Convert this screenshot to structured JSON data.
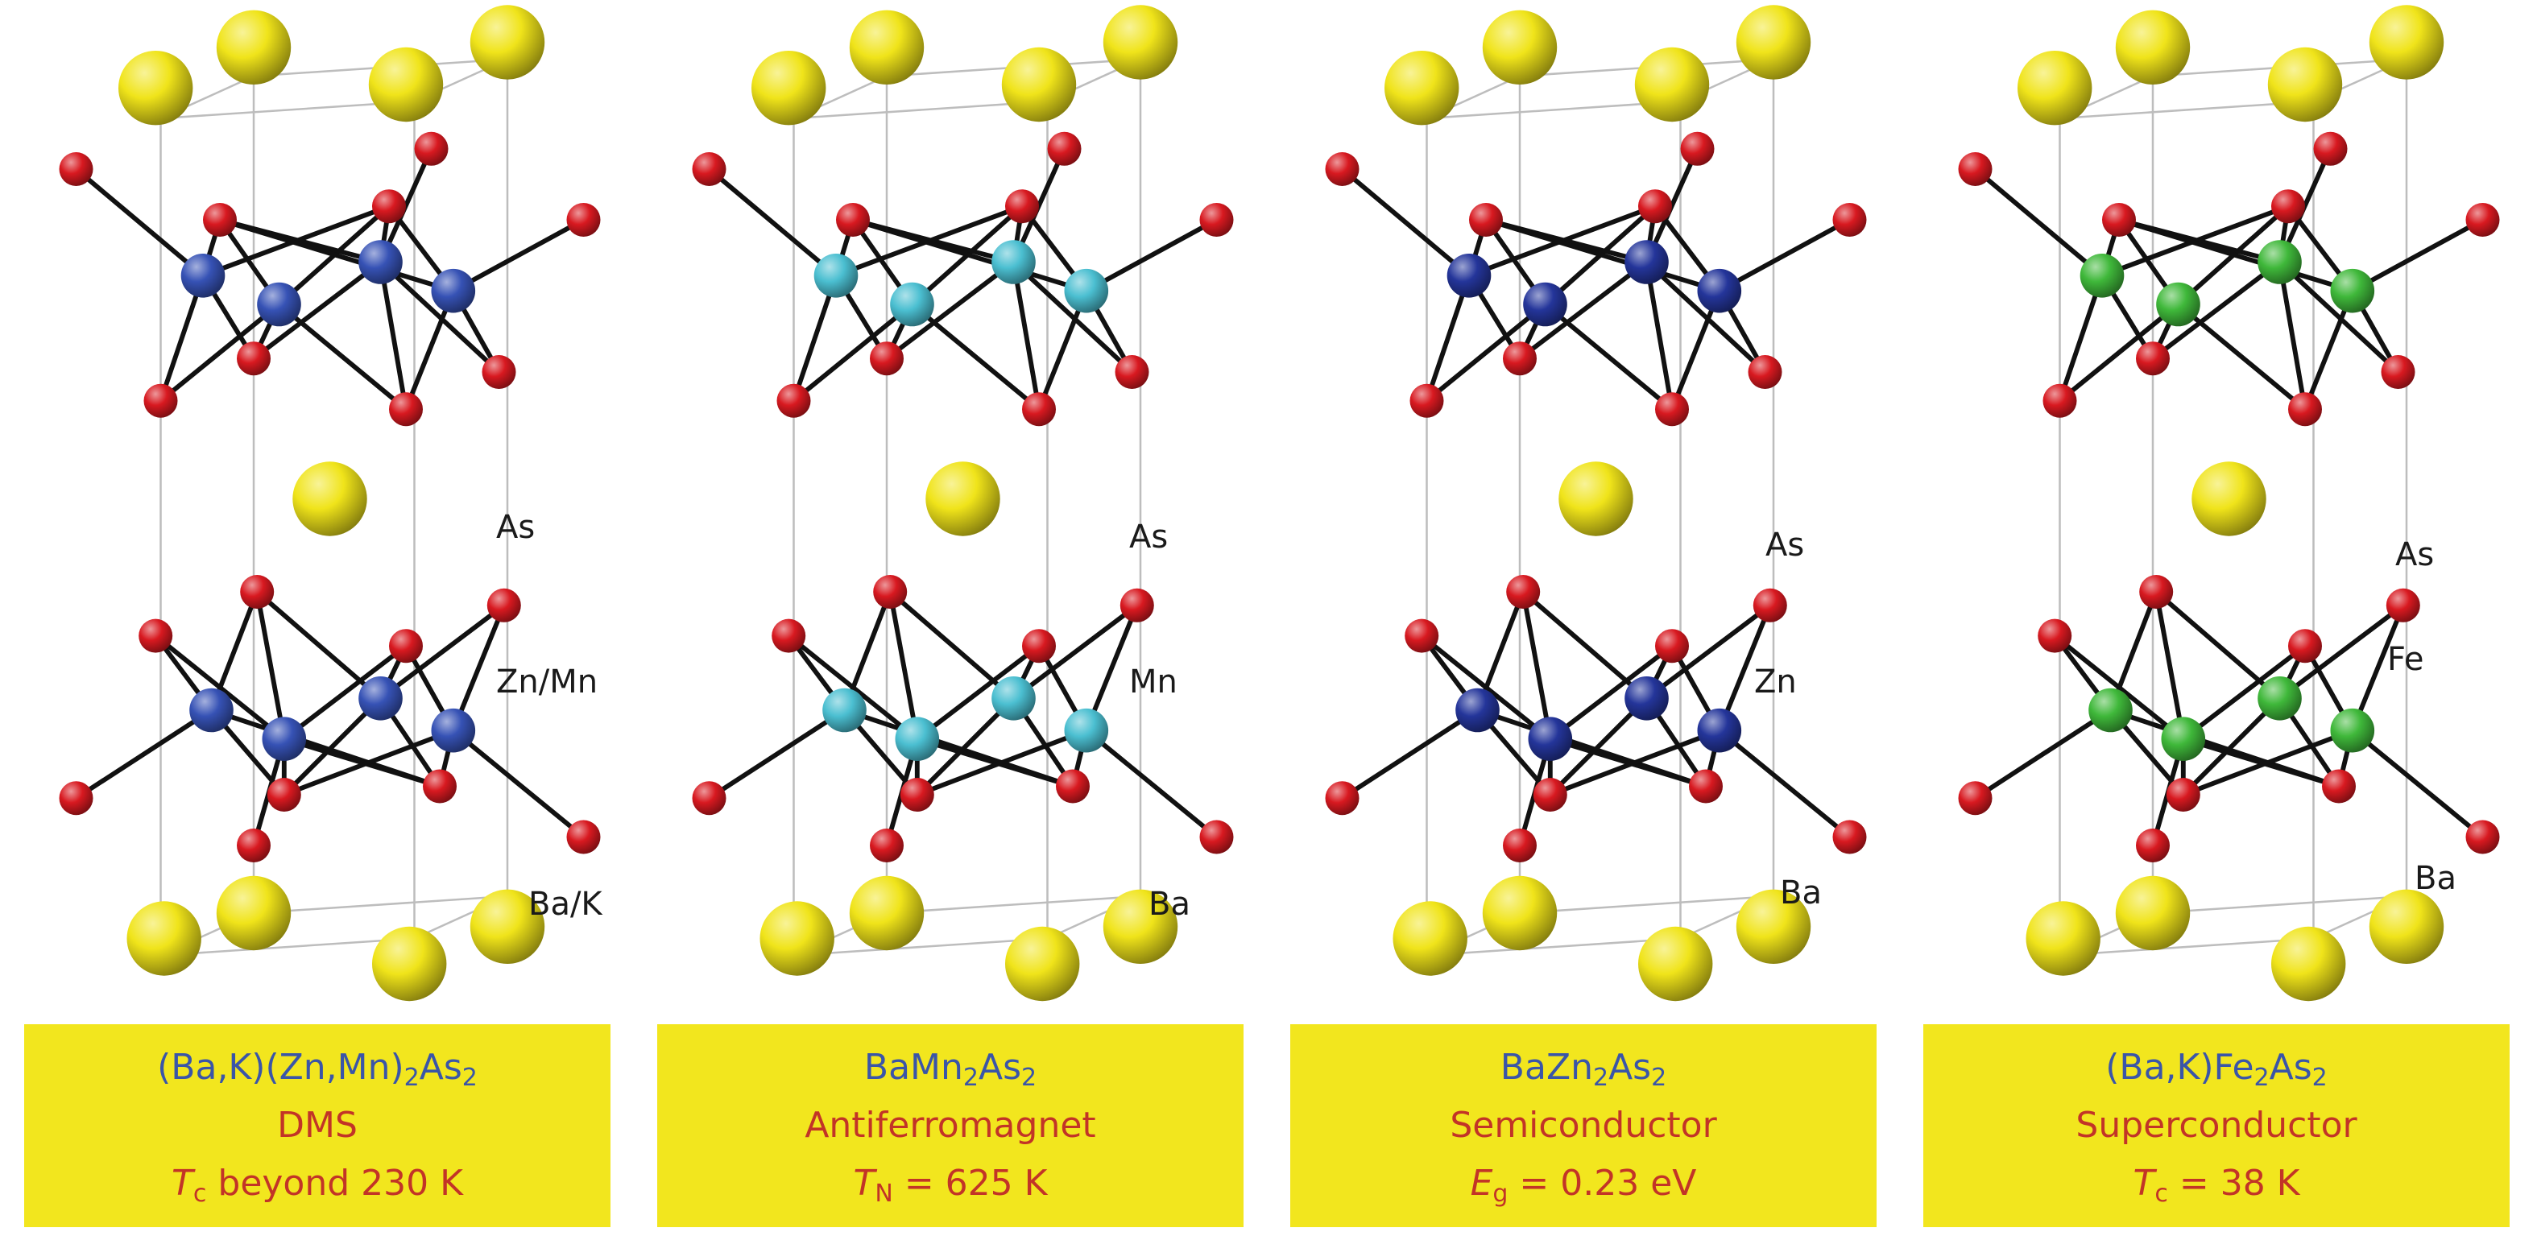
{
  "colors": {
    "ba": "#f0e41a",
    "as": "#d81920",
    "zn_mn": "#3652b5",
    "mn": "#4bbfd1",
    "zn": "#24359a",
    "fe": "#3fb83a",
    "bond": "#111111",
    "cell": "#bdbdbd",
    "caption_bg": "#f2e61e",
    "formula_text": "#3a55a8",
    "kind_text": "#c23427"
  },
  "panels": [
    {
      "id": "dms",
      "metal_color_key": "zn_mn",
      "labels": {
        "as": "As",
        "metal": "Zn/Mn",
        "ba": "Ba/K"
      },
      "caption": {
        "formula": {
          "a": "(Ba,K)(Zn,Mn)",
          "s1": "2",
          "b": "As",
          "s2": "2"
        },
        "kind": "DMS",
        "prop": {
          "sym": "T",
          "sub": "c",
          "rest": " beyond 230 K"
        }
      }
    },
    {
      "id": "afm",
      "metal_color_key": "mn",
      "labels": {
        "as": "As",
        "metal": "Mn",
        "ba": "Ba"
      },
      "caption": {
        "formula": {
          "a": "BaMn",
          "s1": "2",
          "b": "As",
          "s2": "2"
        },
        "kind": "Antiferromagnet",
        "prop": {
          "sym": "T",
          "sub": "N",
          "rest": " = 625 K"
        }
      }
    },
    {
      "id": "semi",
      "metal_color_key": "zn",
      "labels": {
        "as": "As",
        "metal": "Zn",
        "ba": "Ba"
      },
      "caption": {
        "formula": {
          "a": "BaZn",
          "s1": "2",
          "b": "As",
          "s2": "2"
        },
        "kind": "Semiconductor",
        "prop": {
          "sym": "E",
          "sub": "g",
          "rest": " = 0.23 eV"
        }
      }
    },
    {
      "id": "super",
      "metal_color_key": "fe",
      "labels": {
        "as": "As",
        "metal": "Fe",
        "ba": "Ba"
      },
      "caption": {
        "formula": {
          "a": "(Ba,K)Fe",
          "s1": "2",
          "b": "As",
          "s2": "2"
        },
        "kind": "Superconductor",
        "prop": {
          "sym": "T",
          "sub": "c",
          "rest": " = 38 K"
        }
      }
    }
  ]
}
